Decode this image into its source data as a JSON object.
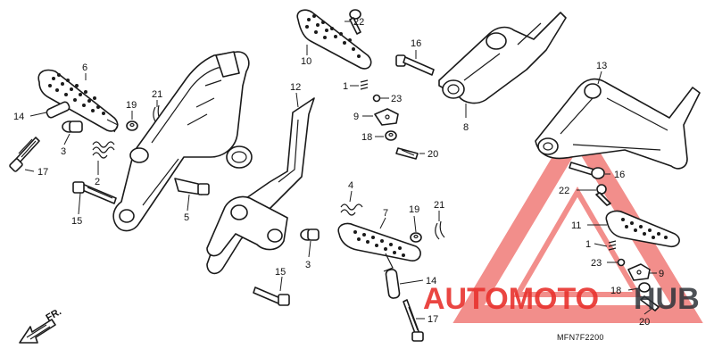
{
  "diagram": {
    "code": "MFN7F2200",
    "direction_label": "FR."
  },
  "callouts": [
    {
      "id": "c1",
      "label": "6"
    },
    {
      "id": "c2",
      "label": "14"
    },
    {
      "id": "c3",
      "label": "3"
    },
    {
      "id": "c4",
      "label": "17"
    },
    {
      "id": "c5",
      "label": "19"
    },
    {
      "id": "c6",
      "label": "21"
    },
    {
      "id": "c7",
      "label": "2"
    },
    {
      "id": "c8",
      "label": "15"
    },
    {
      "id": "c9",
      "label": "5"
    },
    {
      "id": "c10",
      "label": "10"
    },
    {
      "id": "c11",
      "label": "22"
    },
    {
      "id": "c12",
      "label": "1"
    },
    {
      "id": "c13",
      "label": "23"
    },
    {
      "id": "c14",
      "label": "9"
    },
    {
      "id": "c15",
      "label": "18"
    },
    {
      "id": "c16",
      "label": "20"
    },
    {
      "id": "c17",
      "label": "12"
    },
    {
      "id": "c18",
      "label": "3"
    },
    {
      "id": "c19",
      "label": "15"
    },
    {
      "id": "c20",
      "label": "4"
    },
    {
      "id": "c21",
      "label": "7"
    },
    {
      "id": "c22",
      "label": "19"
    },
    {
      "id": "c23",
      "label": "21"
    },
    {
      "id": "c24",
      "label": "14"
    },
    {
      "id": "c25",
      "label": "17"
    },
    {
      "id": "c26",
      "label": "16"
    },
    {
      "id": "c27",
      "label": "8"
    },
    {
      "id": "c28",
      "label": "13"
    },
    {
      "id": "c29",
      "label": "16"
    },
    {
      "id": "c30",
      "label": "22"
    },
    {
      "id": "c31",
      "label": "11"
    },
    {
      "id": "c32",
      "label": "1"
    },
    {
      "id": "c33",
      "label": "23"
    },
    {
      "id": "c34",
      "label": "9"
    },
    {
      "id": "c35",
      "label": "18"
    },
    {
      "id": "c36",
      "label": "20"
    }
  ],
  "watermark": {
    "word_part1": "AUTOMOTO",
    "word_part2": "HUB",
    "color_red": "#e8322d",
    "color_grey": "#2e3338"
  }
}
